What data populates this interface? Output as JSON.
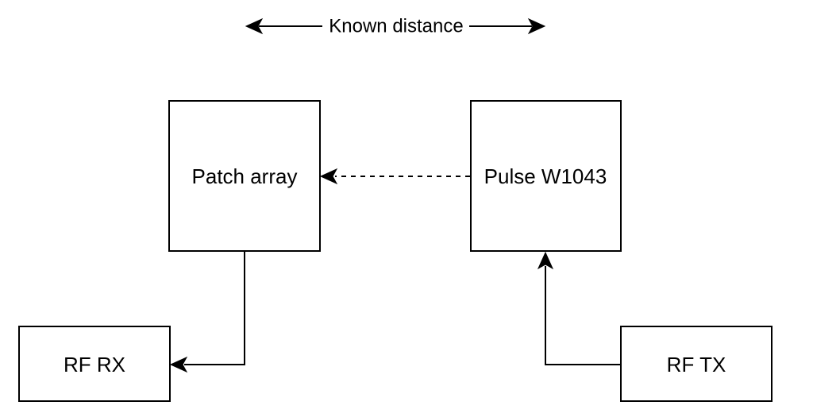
{
  "diagram": {
    "dimension_label": "Known distance",
    "nodes": {
      "patch_array": "Patch array",
      "pulse": "Pulse W1043",
      "rf_rx": "RF RX",
      "rf_tx": "RF TX"
    },
    "edges": [
      {
        "from": "patch_array",
        "to": "rf_rx",
        "style": "solid"
      },
      {
        "from": "rf_tx",
        "to": "pulse",
        "style": "solid"
      },
      {
        "from": "pulse",
        "to": "patch_array",
        "style": "dashed"
      }
    ],
    "colors": {
      "stroke": "#000000",
      "background": "#ffffff"
    }
  }
}
